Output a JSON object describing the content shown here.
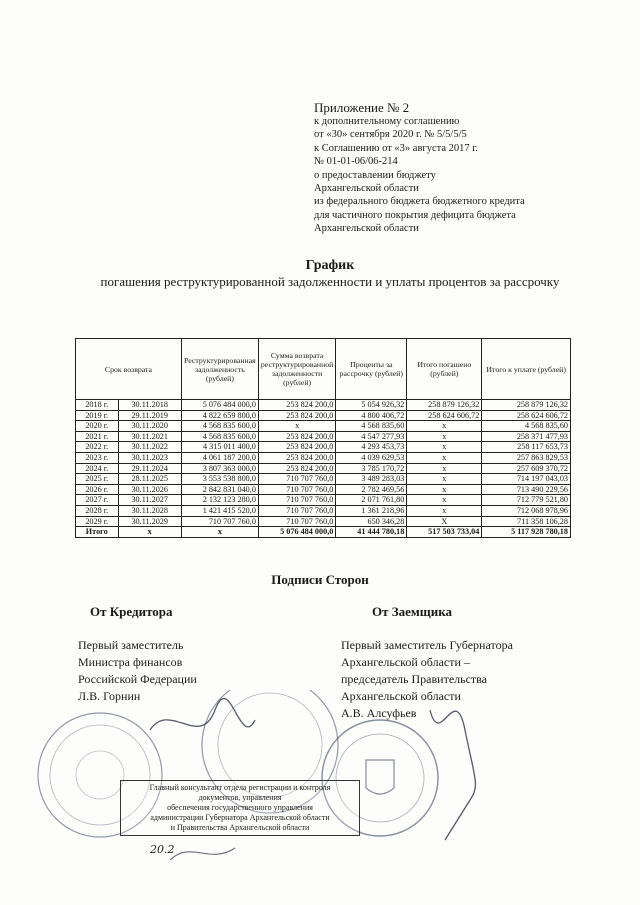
{
  "annex": {
    "title": "Приложение № 2",
    "lines": [
      "к дополнительному соглашению",
      "от «30» сентября 2020 г. № 5/5/5/5",
      "к Соглашению от «3» августа 2017 г.",
      "№ 01-01-06/06-214",
      "о предоставлении бюджету",
      "Архангельской области",
      "из федерального бюджета бюджетного кредита",
      "для частичного покрытия дефицита бюджета",
      "Архангельской области"
    ]
  },
  "heading": {
    "title": "График",
    "subtitle": "погашения  реструктурированной задолженности и уплаты процентов за рассрочку"
  },
  "table": {
    "headers": [
      "Срок возврата",
      "Реструктурированная задолженность (рублей)",
      "Сумма возврата реструктурированной задолженности (рублей)",
      "Проценты за рассрочку (рублей)",
      "Итого погашено (рублей)",
      "Итого к уплате (рублей)"
    ],
    "rows": [
      [
        "2018 г.",
        "30.11.2018",
        "5 076 484 000,0",
        "253 824 200,0",
        "5 054 926,32",
        "258 879 126,32",
        "258 879 126,32"
      ],
      [
        "2019 г.",
        "29.11.2019",
        "4 822 659 800,0",
        "253 824 200,0",
        "4 800 406,72",
        "258 624 606,72",
        "258 624 606,72"
      ],
      [
        "2020 г.",
        "30.11.2020",
        "4 568 835 600,0",
        "x",
        "4 568 835,60",
        "x",
        "4 568 835,60"
      ],
      [
        "2021 г.",
        "30.11.2021",
        "4 568 835 600,0",
        "253 824 200,0",
        "4 547 277,93",
        "x",
        "258 371 477,93"
      ],
      [
        "2022 г.",
        "30.11.2022",
        "4 315 011 400,0",
        "253 824 200,0",
        "4 293 453,73",
        "x",
        "258 117 653,73"
      ],
      [
        "2023 г.",
        "30.11.2023",
        "4 061 187 200,0",
        "253 824 200,0",
        "4 039 629,53",
        "x",
        "257 863 829,53"
      ],
      [
        "2024 г.",
        "29.11.2024",
        "3 807 363 000,0",
        "253 824 200,0",
        "3 785 170,72",
        "x",
        "257 609 370,72"
      ],
      [
        "2025 г.",
        "28.11.2025",
        "3 553 538 800,0",
        "710 707 760,0",
        "3 489 283,03",
        "x",
        "714 197 043,03"
      ],
      [
        "2026 г.",
        "30.11.2026",
        "2 842 831 040,0",
        "710 707 760,0",
        "2 782 469,56",
        "x",
        "713 490 229,56"
      ],
      [
        "2027 г.",
        "30.11.2027",
        "2 132 123 280,0",
        "710 707 760,0",
        "2 071 761,80",
        "x",
        "712 779 521,80"
      ],
      [
        "2028 г.",
        "30.11.2028",
        "1 421 415 520,0",
        "710 707 760,0",
        "1 361 218,96",
        "x",
        "712 068 978,96"
      ],
      [
        "2029 г.",
        "30.11.2029",
        "710 707 760,0",
        "710 707 760,0",
        "650 346,28",
        "X",
        "711 358 106,28"
      ]
    ],
    "total": [
      "Итого",
      "x",
      "x",
      "5 076 484 000,0",
      "41 444 780,18",
      "517 503 733,04",
      "5 117 928 780,18"
    ]
  },
  "signatures": {
    "title": "Подписи Сторон",
    "creditor": {
      "heading": "От Кредитора",
      "lines": [
        "Первый заместитель",
        "Министра финансов",
        "Российской Федерации",
        "Л.В. Горнин"
      ]
    },
    "borrower": {
      "heading": "От Заемщика",
      "lines": [
        "Первый заместитель Губернатора",
        "Архангельской области –",
        "председатель Правительства",
        "Архангельской области",
        "А.В. Алсуфьев"
      ]
    }
  },
  "certification": {
    "lines": [
      "Главный консультант отдела регистрации и контроля",
      "документов, управления",
      "обеспечения государственного управления",
      "администрации Губернатора Архангельской области",
      "и Правительства Архангельской области"
    ],
    "date": "20.2"
  },
  "colors": {
    "ink": "#1a1a1a",
    "stamp": "#2f3a55",
    "paper": "#fdfdfb"
  }
}
